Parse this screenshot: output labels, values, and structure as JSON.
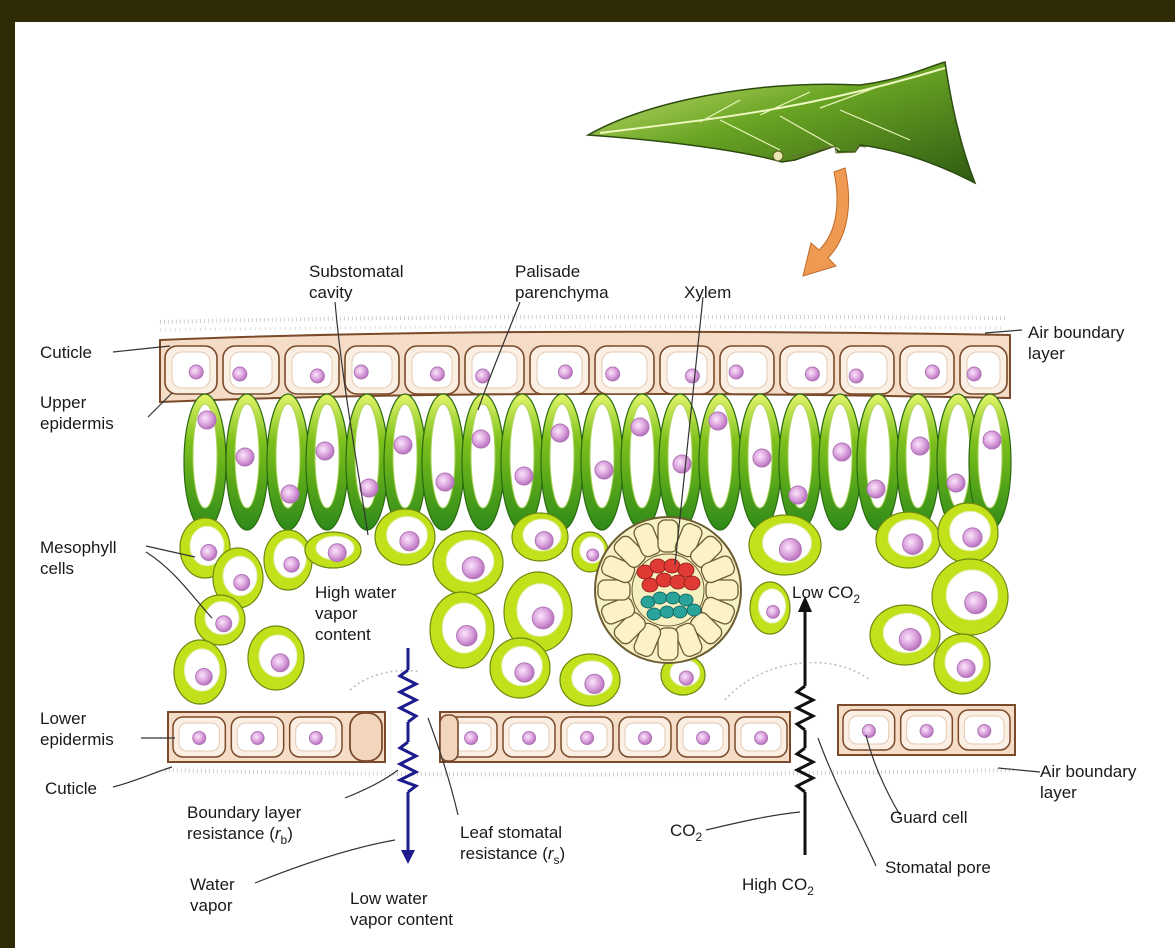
{
  "labels": {
    "substomatal_cavity_1": "Substomatal",
    "substomatal_cavity_2": "cavity",
    "palisade_1": "Palisade",
    "palisade_2": "parenchyma",
    "xylem": "Xylem",
    "air_boundary_top_1": "Air boundary",
    "air_boundary_top_2": "layer",
    "cuticle_top": "Cuticle",
    "upper_epidermis_1": "Upper",
    "upper_epidermis_2": "epidermis",
    "mesophyll_1": "Mesophyll",
    "mesophyll_2": "cells",
    "high_water_1": "High water",
    "high_water_2": "vapor",
    "high_water_3": "content",
    "low_co2": "Low CO",
    "low_co2_sub": "2",
    "lower_epidermis_1": "Lower",
    "lower_epidermis_2": "epidermis",
    "cuticle_bottom": "Cuticle",
    "air_boundary_bottom_1": "Air boundary",
    "air_boundary_bottom_2": "layer",
    "boundary_resistance_1": "Boundary layer",
    "boundary_resistance_2": "resistance (",
    "boundary_resistance_sym": "r",
    "boundary_resistance_sub": "b",
    "boundary_resistance_end": ")",
    "stomatal_resistance_1": "Leaf stomatal",
    "stomatal_resistance_2": "resistance (",
    "stomatal_resistance_sym": "r",
    "stomatal_resistance_sub": "s",
    "stomatal_resistance_end": ")",
    "co2": "CO",
    "co2_sub": "2",
    "guard_cell": "Guard cell",
    "water_vapor_1": "Water",
    "water_vapor_2": "vapor",
    "low_water_1": "Low water",
    "low_water_2": "vapor content",
    "high_co2": "High CO",
    "high_co2_sub": "2",
    "stomatal_pore": "Stomatal pore"
  },
  "colors": {
    "frame": "#2e2b06",
    "epidermis_fill": "#f2dcc8",
    "epidermis_stroke": "#7a4a2a",
    "cell_green": "#c3e11a",
    "cell_dark_green": "#54a418",
    "nucleus": "#d79ad9",
    "xylem_red": "#e03a35",
    "phloem_teal": "#2aa39a",
    "water_arrow": "#1c1c8c",
    "co2_arrow": "#111111",
    "leaf_arrow": "#ef9a52"
  }
}
